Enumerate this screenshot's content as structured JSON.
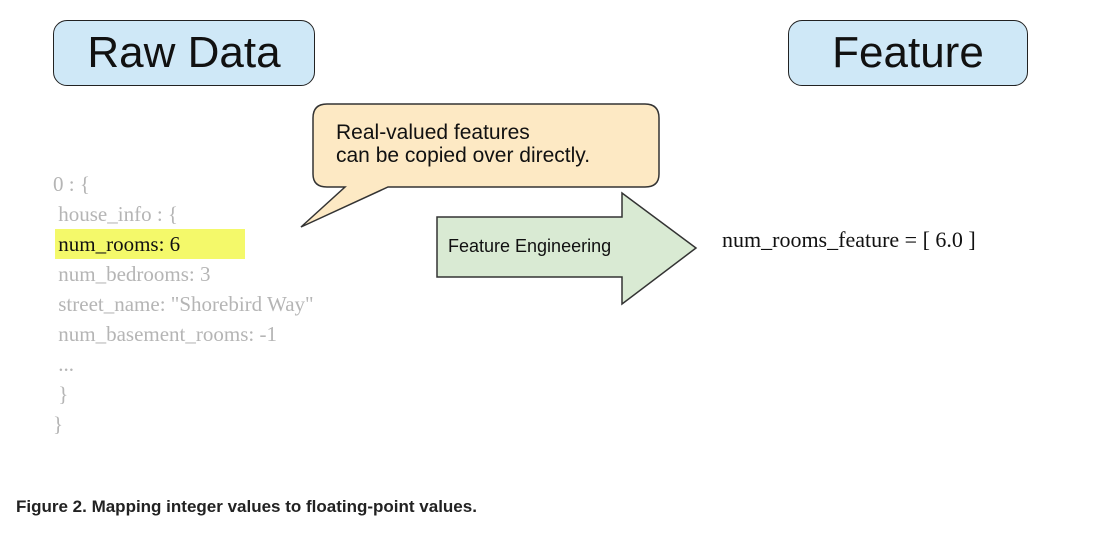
{
  "titles": {
    "raw": "Raw Data",
    "feature": "Feature"
  },
  "callout": {
    "line1": "Real-valued features",
    "line2": "can be copied over directly."
  },
  "raw_code": {
    "lines": [
      "0 : {",
      " house_info : {",
      " num_rooms: 6",
      " num_bedrooms: 3",
      " street_name: \"Shorebird Way\"",
      " num_basement_rooms: -1",
      " ...",
      " }",
      "}"
    ],
    "highlighted_line_index": 2
  },
  "arrow": {
    "label": "Feature Engineering"
  },
  "feature_output": "num_rooms_feature = [ 6.0 ]",
  "caption": "Figure 2. Mapping integer values to floating-point values.",
  "colors": {
    "title_box_fill": "#cfe8f7",
    "callout_fill": "#fde9c4",
    "arrow_fill": "#d9ead3",
    "highlight": "#f4f96a",
    "muted_text": "#b5b5b5"
  }
}
